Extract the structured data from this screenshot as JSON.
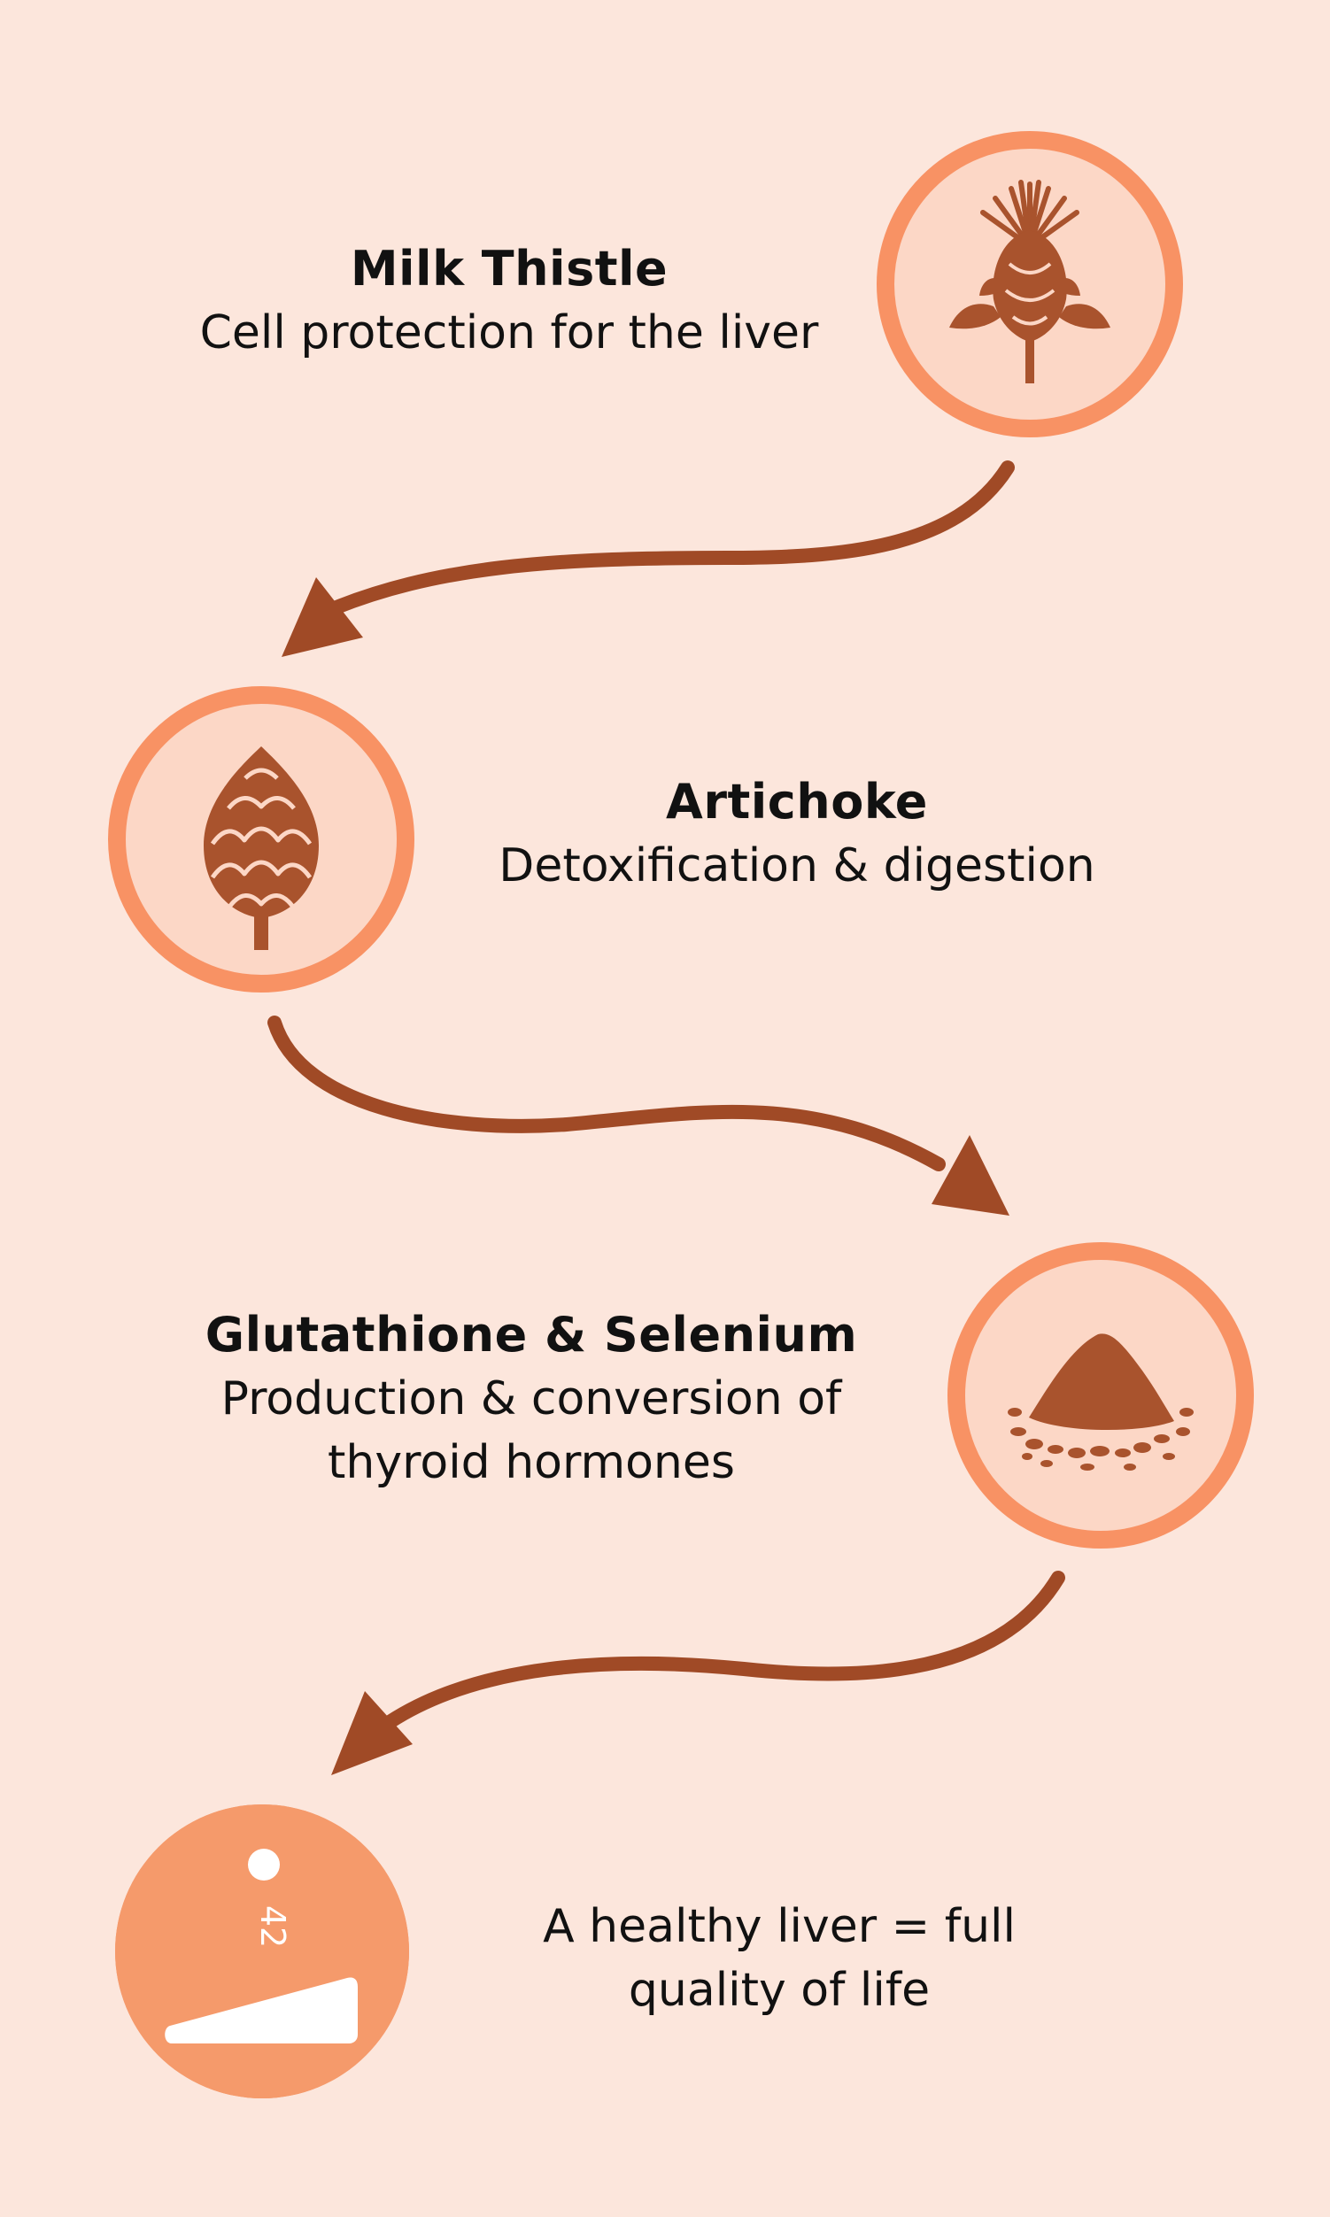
{
  "colors": {
    "background": "#fce6dc",
    "badge_fill": "#fcd7c6",
    "badge_ring": "#f89264",
    "icon_brown": "#a9532d",
    "arrow": "#a04a26",
    "final_badge": "#f59a6b"
  },
  "steps": [
    {
      "title": "Milk Thistle",
      "desc_lines": [
        "Cell protection for the liver"
      ],
      "icon": "milk-thistle-icon"
    },
    {
      "title": "Artichoke",
      "desc_lines": [
        "Detoxification & digestion"
      ],
      "icon": "artichoke-icon"
    },
    {
      "title": "Glutathione & Selenium",
      "desc_lines": [
        "Production & conversion of",
        "thyroid hormones"
      ],
      "icon": "powder-pile-icon"
    }
  ],
  "final": {
    "desc_lines": [
      "A healthy liver = full",
      "quality of life"
    ],
    "icon": "healthy-liver-icon",
    "icon_label": "42"
  }
}
